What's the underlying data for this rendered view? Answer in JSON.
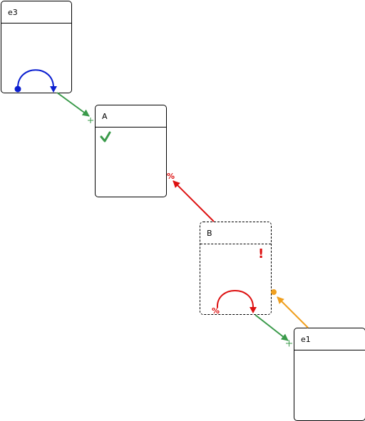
{
  "nodes": {
    "e3": {
      "title": "e3"
    },
    "A": {
      "title": "A"
    },
    "B": {
      "title": "B"
    },
    "e1": {
      "title": "e1"
    }
  },
  "markers": {
    "percent": "%",
    "exclaim": "!"
  },
  "colors": {
    "green": "#3a9a4a",
    "red": "#dd1111",
    "blue": "#0b1fd0",
    "orange": "#f0a020"
  },
  "icons": {
    "check": "check-icon",
    "plus": "plus-icon"
  }
}
